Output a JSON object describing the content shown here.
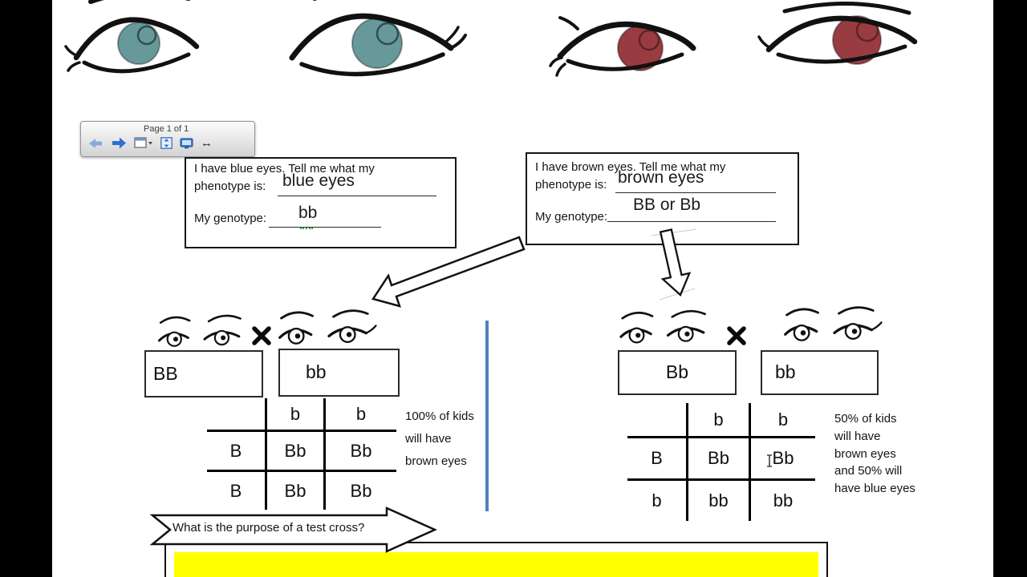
{
  "toolbar": {
    "page_label": "Page 1 of 1"
  },
  "icons": {
    "previous_page_icon": "left-arrow",
    "next_page_icon": "right-arrow",
    "page_layout_icon": "page-with-dropdown",
    "fit_page_icon": "vertical-resize-box",
    "fit_screen_icon": "monitor",
    "fit_width_icon": "horizontal-double-arrow",
    "cross_icon": "multiplication-x",
    "text_cursor_icon": "i-beam"
  },
  "fit_width_glyph": "↔",
  "blue_box": {
    "line1": "I have blue eyes.  Tell me what my",
    "phenotype_label": "phenotype is:",
    "phenotype_answer": "blue eyes",
    "genotype_label": "My genotype:",
    "genotype_answer": "bb"
  },
  "brown_box": {
    "line1": "I have brown eyes.  Tell me what my",
    "phenotype_label": "phenotype is:",
    "phenotype_answer": "brown eyes",
    "genotype_label": "My genotype:",
    "genotype_answer": "BB or Bb"
  },
  "left_cross": {
    "parent1": "BB",
    "parent2": "bb",
    "punnett": {
      "col_headers": [
        "b",
        "b"
      ],
      "row_headers": [
        "B",
        "B"
      ],
      "cells": [
        [
          "Bb",
          "Bb"
        ],
        [
          "Bb",
          "Bb"
        ]
      ]
    },
    "result_text": "100% of kids will have brown eyes"
  },
  "right_cross": {
    "parent1": "Bb",
    "parent2": "bb",
    "punnett": {
      "col_headers": [
        "b",
        "b"
      ],
      "row_headers": [
        "B",
        "b"
      ],
      "cells": [
        [
          "Bb",
          "Bb"
        ],
        [
          "bb",
          "bb"
        ]
      ]
    },
    "result_text": "50% of kids will have brown eyes and 50% will have blue eyes"
  },
  "question_arrow": {
    "text": "What is the purpose of a test cross?"
  },
  "colors": {
    "blue_iris": "#67999b",
    "brown_iris": "#993c42",
    "divider_blue": "#4f81bd",
    "highlight_yellow": "#ffff00",
    "toolbar_arrow_blue": "#2f6fd0"
  }
}
